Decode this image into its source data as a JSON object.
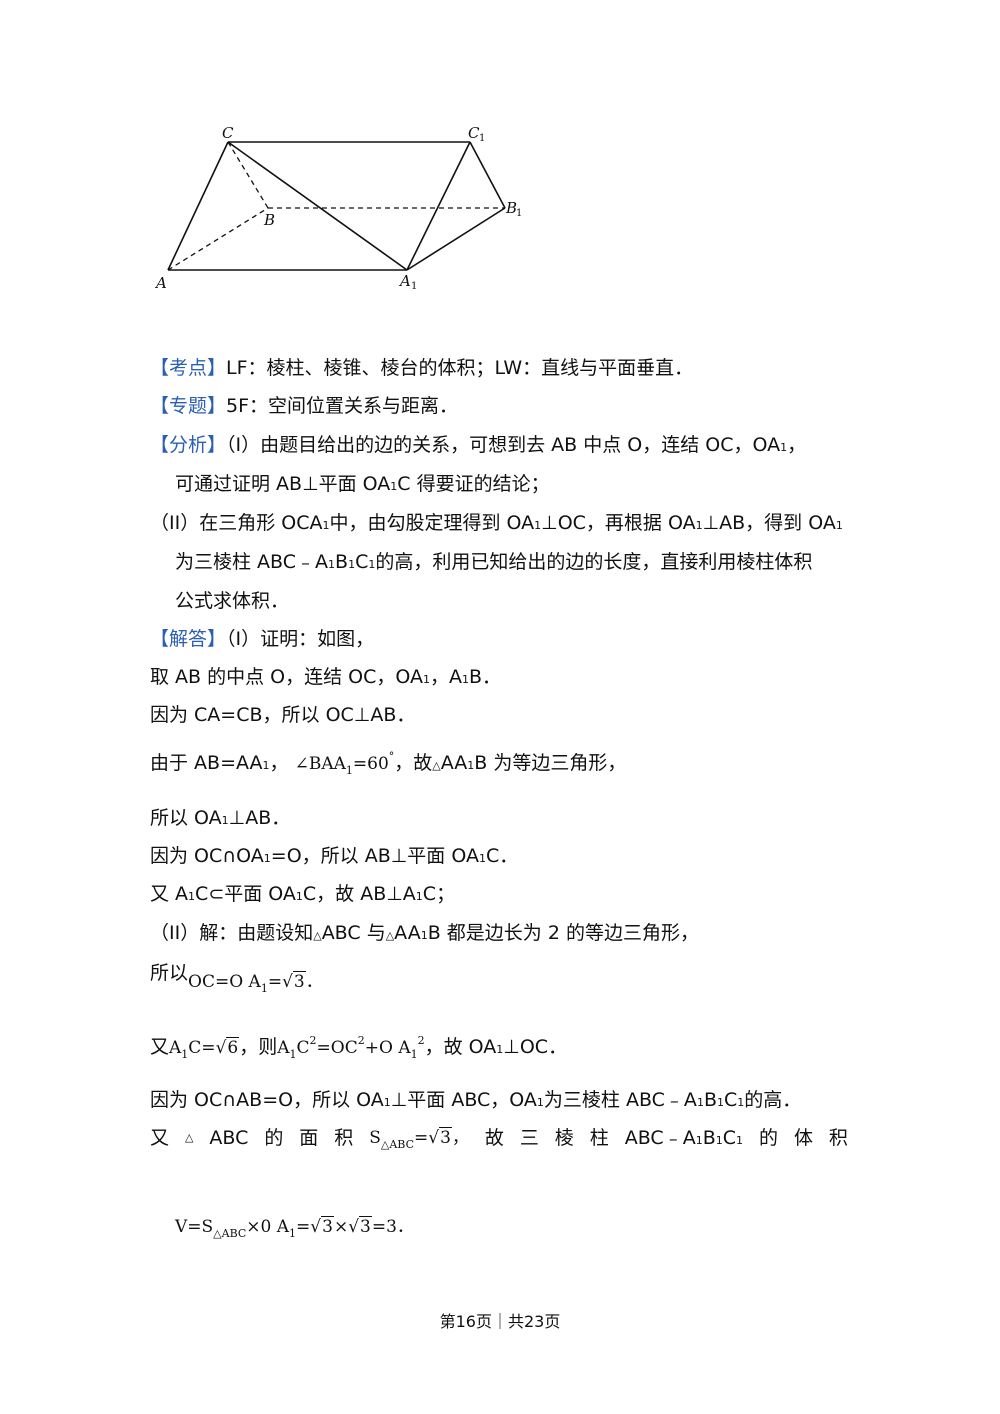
{
  "figure": {
    "labels": {
      "C": "C",
      "C1": "C",
      "B": "B",
      "B1": "B",
      "A": "A",
      "A1": "A",
      "sub1": "1"
    }
  },
  "kaodian": {
    "tag": "【考点】",
    "text": "LF：棱柱、棱锥、棱台的体积；LW：直线与平面垂直．"
  },
  "zhuanti": {
    "tag": "【专题】",
    "text": "5F：空间位置关系与距离．"
  },
  "fenxi": {
    "tag": "【分析】",
    "l1": "（I）由题目给出的边的关系，可想到去 AB 中点 O，连结 OC，OA",
    "l1_end": "，",
    "l2a": "可通过证明 AB⊥平面 OA",
    "l2b": "C 得要证的结论；",
    "l3a": "（II）在三角形 OCA",
    "l3b": "中，由勾股定理得到 OA",
    "l3c": "⊥OC，再根据 OA",
    "l3d": "⊥AB，得到 OA",
    "l4a": "为三棱柱 ABC﹣A",
    "l4b": "B",
    "l4c": "C",
    "l4d": "的高，利用已知给出的边的长度，直接利用棱柱体积",
    "l5": "公式求体积．"
  },
  "jieda": {
    "tag": "【解答】",
    "l1": "（I）证明：如图，",
    "l2a": "取 AB 的中点 O，连结 OC，OA",
    "l2b": "，A",
    "l2c": "B．",
    "l3": "因为 CA=CB，所以 OC⊥AB．",
    "l4a": "由于 AB=AA",
    "l4b": "，",
    "l4m1": "∠BAA",
    "l4m2": "=60",
    "l4m3": "°",
    "l4c": "，故",
    "l4d": "△",
    "l4e": "AA",
    "l4f": "B 为等边三角形，",
    "l5a": "所以 OA",
    "l5b": "⊥AB．",
    "l6a": "因为 OC∩OA",
    "l6b": "=O，所以 AB⊥平面 OA",
    "l6c": "C．",
    "l7a": "又 A",
    "l7b": "C⊂平面 OA",
    "l7c": "C，故 AB⊥A",
    "l7d": "C；",
    "l8a": "（II）解：由题设知",
    "l8b": "ABC 与",
    "l8c": "AA",
    "l8d": "B 都是边长为 2 的等边三角形，",
    "l9a": "所以",
    "l9m1": "OC=O A",
    "l9m2": "=",
    "l9m3": "3",
    "l9end": "．",
    "l10a": "又",
    "l10m1": "A",
    "l10m2": "C=",
    "l10m3": "6",
    "l10b": "，则",
    "l10m4": "A",
    "l10m5": "C",
    "l10m6": "2",
    "l10m7": "=OC",
    "l10m8": "+O A",
    "l10c": "，故 OA",
    "l10d": "⊥OC．",
    "l11a": "因为 OC∩AB=O，所以 OA",
    "l11b": "⊥平面 ABC，OA",
    "l11c": "为三棱柱 ABC﹣A",
    "l11d": "的高．",
    "l12": [
      "又",
      "△",
      "ABC",
      "的",
      "面",
      "积",
      "S",
      "三",
      "棱",
      "柱",
      "ABC﹣A",
      "的",
      "体",
      "积"
    ],
    "l12m1": "△ABC",
    "l12m2": "=",
    "l12m3": "3",
    "l12m4": "，",
    "l12gu": "故",
    "l13m1": "V=S",
    "l13m2": "△ABC",
    "l13m3": "×0 A",
    "l13m4": "=",
    "l13m5": "3",
    "l13m6": "×",
    "l13m7": "3",
    "l13m8": "=3．"
  },
  "footer": {
    "text": "第16页｜共23页"
  }
}
